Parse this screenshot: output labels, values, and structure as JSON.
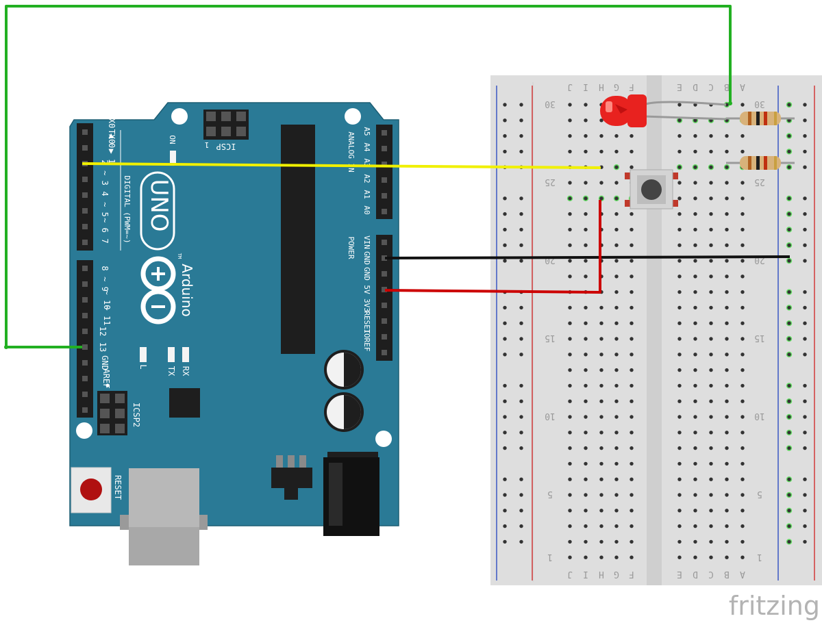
{
  "board": {
    "logo_uno": "UNO",
    "logo_brand": "Arduino",
    "logo_tm": "TM",
    "digital_label": "DIGITAL (PWM=~)",
    "analog_label": "ANALOG IN",
    "power_label": "POWER",
    "icsp_label": "ICSP",
    "icsp2_label": "ICSP2",
    "icsp_pin1": "1",
    "on_label": "ON",
    "reset_label": "RESET",
    "led_labels": [
      "L",
      "TX",
      "RX"
    ],
    "digital_pins": [
      "RX0 ◀ 0",
      "TX0 ▶ 1",
      "2",
      "~ 3",
      "4",
      "~ 5",
      "~ 6",
      "7",
      "8",
      "~ 9",
      "~ 10",
      "~ 11",
      "12",
      "13",
      "GND",
      "AREF"
    ],
    "analog_pins": [
      "A5",
      "A4",
      "A3",
      "A2",
      "A1",
      "A0"
    ],
    "power_pins": [
      "VIN",
      "GND",
      "GND",
      "5V",
      "3V3",
      "RESET",
      "IOREF"
    ]
  },
  "breadboard": {
    "columns_top": [
      "J",
      "I",
      "H",
      "G",
      "F",
      "E",
      "D",
      "C",
      "B",
      "A"
    ],
    "columns_bottom": [
      "J",
      "I",
      "H",
      "G",
      "F",
      "E",
      "D",
      "C",
      "B",
      "A"
    ],
    "row_numbers": [
      "30",
      "25",
      "20",
      "15",
      "10",
      "5",
      "1"
    ]
  },
  "wires": {
    "green": "#22b022",
    "yellow": "#f0f000",
    "black": "#111111",
    "red": "#cc0000"
  },
  "colors": {
    "board": "#2a7a96",
    "board_dark": "#1d5e74",
    "breadboard": "#dedede",
    "led": "#e8221f",
    "rail_red": "#d02020",
    "rail_blue": "#2040c0"
  },
  "watermark": "fritzing"
}
